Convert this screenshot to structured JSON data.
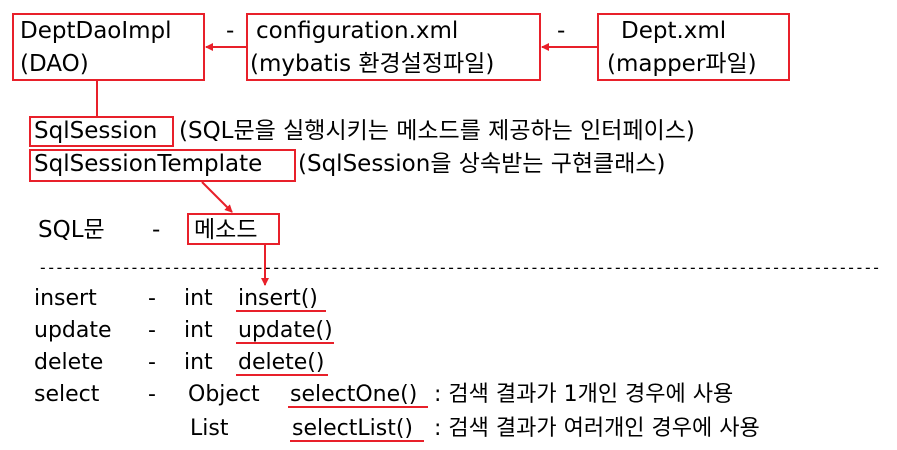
{
  "top": {
    "dao": {
      "line1": "DeptDaoImpl",
      "line2": "(DAO)"
    },
    "sep1": "-",
    "config": {
      "line1": "configuration.xml",
      "line2": "(mybatis 환경설정파일)"
    },
    "sep2": "-",
    "mapper": {
      "line1": "Dept.xml",
      "line2": "(mapper파일)"
    }
  },
  "session": {
    "name": "SqlSession",
    "desc": "(SQL문을 실행시키는 메소드를 제공하는 인터페이스)"
  },
  "template": {
    "name": "SqlSessionTemplate",
    "desc": "(SqlSession을 상속받는 구현클래스)"
  },
  "table": {
    "header": {
      "left": "SQL문",
      "sep": "-",
      "right": "메소드"
    },
    "divider": "--------------------------------------------------------------------------------------------------------",
    "rows": [
      {
        "sql": "insert",
        "sep": "-",
        "type": "int",
        "method": "insert()",
        "note": ""
      },
      {
        "sql": "update",
        "sep": "-",
        "type": "int",
        "method": "update()",
        "note": ""
      },
      {
        "sql": "delete",
        "sep": "-",
        "type": "int",
        "method": "delete()",
        "note": ""
      },
      {
        "sql": "select",
        "sep": "-",
        "type": "Object",
        "method": "selectOne()",
        "note": ": 검색 결과가 1개인 경우에 사용"
      },
      {
        "sql": "",
        "sep": "",
        "type": "List",
        "method": "selectList()",
        "note": ": 검색 결과가 여러개인 경우에 사용"
      }
    ]
  },
  "colors": {
    "accent": "#e8202a",
    "text": "#000000",
    "background": "#ffffff"
  }
}
